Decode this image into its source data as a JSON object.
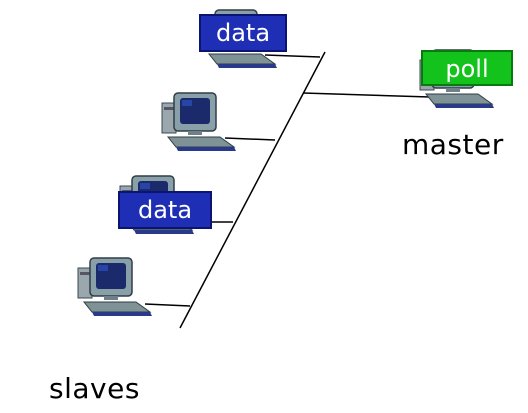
{
  "labels": {
    "master": "master",
    "slaves": "slaves"
  },
  "tags": {
    "slave1": "data",
    "slave3": "data",
    "master": "poll"
  },
  "colors": {
    "data_tag": "#1f2fb5",
    "poll_tag": "#13c21a",
    "monitor_frame": "#8aa0a8",
    "screen": "#1a2a6b",
    "keyboard": "#2a3a8a",
    "bus_line": "#000000"
  },
  "nodes": [
    {
      "role": "slave",
      "id": "slave-1"
    },
    {
      "role": "slave",
      "id": "slave-2"
    },
    {
      "role": "slave",
      "id": "slave-3"
    },
    {
      "role": "slave",
      "id": "slave-4"
    },
    {
      "role": "master",
      "id": "master"
    }
  ]
}
